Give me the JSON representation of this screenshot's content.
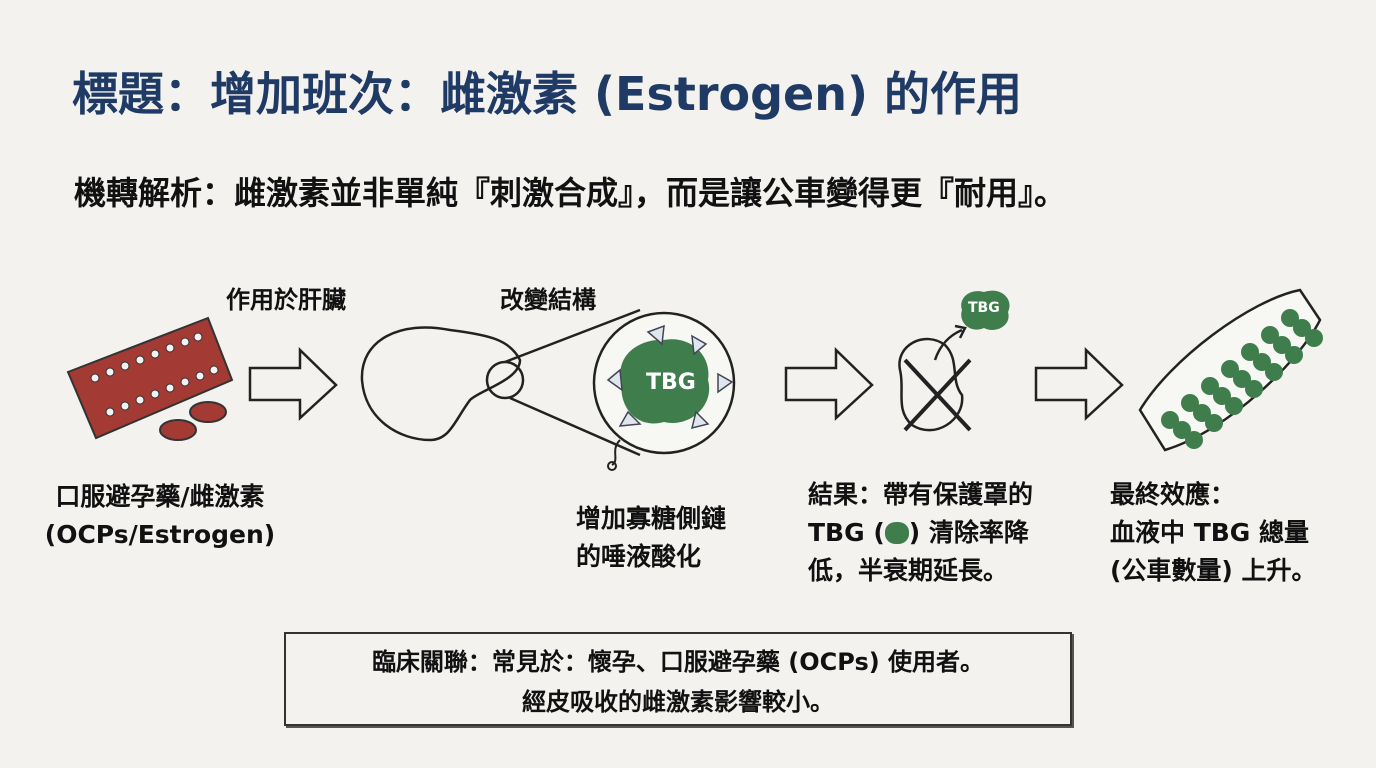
{
  "title": "標題：增加班次：雌激素 (Estrogen) 的作用",
  "subtitle": "機轉解析：雌激素並非單純『刺激合成』，而是讓公車變得更『耐用』。",
  "steps": {
    "liver_label": "作用於肝臟",
    "structure_label": "改變結構",
    "tbg_center": "TBG",
    "tbg_release": "TBG"
  },
  "captions": {
    "pill_line1": "口服避孕藥/雌激素",
    "pill_line2": "(OCPs/Estrogen)",
    "sialic_line1": "增加寡糖側鏈",
    "sialic_line2": "的唾液酸化",
    "result_line1": "結果：帶有保護罩的",
    "result_line2a": "TBG (",
    "result_line2b": ") 清除率降",
    "result_line3": "低，半衰期延長。",
    "final_line1": "最終效應：",
    "final_line2": "血液中 TBG 總量",
    "final_line3": "(公車數量) 上升。"
  },
  "clinical": {
    "line1": "臨床關聯：常見於：懷孕、口服避孕藥 (OCPs) 使用者。",
    "line2": "經皮吸收的雌激素影響較小。"
  },
  "colors": {
    "title": "#1f3a64",
    "tbg_green": "#3f7e4c",
    "pill_red": "#a33a33"
  }
}
